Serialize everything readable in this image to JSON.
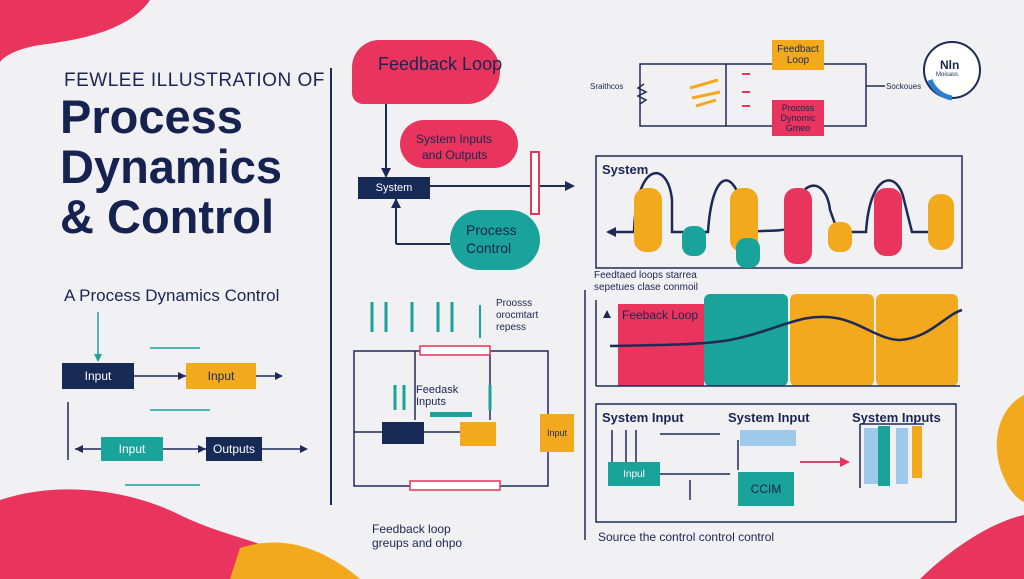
{
  "colors": {
    "navy": "#172a56",
    "red": "#e9345d",
    "teal": "#1aa39a",
    "orange": "#f2a91e",
    "background": "#f1f1f4"
  },
  "header": {
    "pretitle": "FEWLEE ILLUSTRATION OF",
    "title_line1": "Process",
    "title_line2": "Dynamics",
    "title_line3": "& Control",
    "subtitle": "A Process Dynamics Control"
  },
  "left_diagram": {
    "input1": "Input",
    "input2": "Input",
    "input3": "Input",
    "outputs": "Outputs"
  },
  "feedback_diagram": {
    "bubble_feedback": "Feedback Loop",
    "bubble_system_inputs_l1": "System Inputs",
    "bubble_system_inputs_l2": "and Outputs",
    "bubble_process_control_l1": "Process",
    "bubble_process_control_l2": "Control",
    "system_box": "System"
  },
  "center_lower": {
    "process_note": "Proosss\norocmtart\nrepess",
    "feedback_inputs_l1": "Feedask",
    "feedback_inputs_l2": "Inputs",
    "caption_l1": "Feedback loop",
    "caption_l2": "greups and ohpo"
  },
  "circuit": {
    "label_left": "Sraithcos",
    "label_right": "Sockoues",
    "feedbat_l1": "Feedbact",
    "feedbat_l2": "Loop",
    "process_l1": "Procoss",
    "process_l2": "Dynomic",
    "process_l3": "Gmeo",
    "badge": "Nln",
    "badge_small": "Moisass"
  },
  "system_panel": {
    "title": "System",
    "caption_l1": "Feedtaed loops starrea",
    "caption_l2": "sepetues clase conmoil"
  },
  "wave_panel": {
    "label": "Feeback Loop"
  },
  "bottom_right": {
    "label_system_input1": "System Input",
    "label_system_input2": "System Input",
    "label_system_inputs": "System Inputs",
    "input_box": "Inpul",
    "ccim_box": "CCIM",
    "caption": "Source the control control control"
  }
}
